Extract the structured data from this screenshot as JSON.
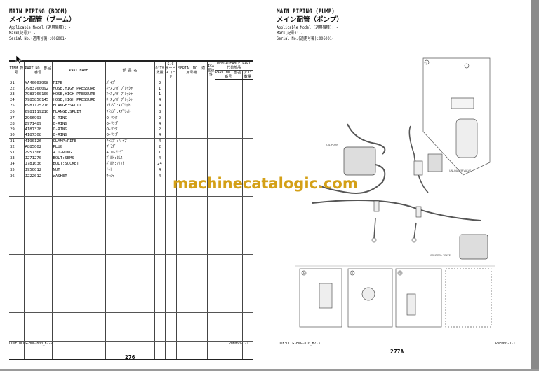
{
  "left_page": {
    "title": "MAIN PIPING (BOOM)",
    "subtitle": "メイン配管（ブーム）",
    "applicable_model": "Applicable Model (適用機種): -",
    "mark": "Mark(記号): -",
    "serial_no": "Serial No.(適用号機):006001-",
    "table": {
      "headers": {
        "item": "ITEM 符号",
        "part_no": "PART NO. 部品番号",
        "part_name": "PART NAME",
        "part_name_jp": "部 品 名",
        "qty": "Q'TY 数量",
        "sc": "S.C サービスコード",
        "serial_no": "SERIAL NO. 適用号機",
        "ica": "ICA 互換性",
        "replaceable_part": "REPLACEABLE PART 代替部品",
        "rep_part_no": "PART NO. 部品番号",
        "rep_qty": "Q'TY 数量"
      },
      "rows": [
        {
          "item": "21",
          "part_no": "YA40003998",
          "name": "PIPE",
          "name_jp": "ﾊﾟｲﾌﾟ",
          "qty": "2"
        },
        {
          "item": "22",
          "part_no": "7983760092",
          "name": "HOSE,HIGH PRESSURE",
          "name_jp": "ﾎｰｽ,ﾊｲ ﾌﾟﾚｯｼｬ",
          "qty": "1"
        },
        {
          "item": "23",
          "part_no": "7983760100",
          "name": "HOSE,HIGH PRESSURE",
          "name_jp": "ﾎｰｽ,ﾊｲ ﾌﾟﾚｯｼｬ",
          "qty": "1"
        },
        {
          "item": "24",
          "part_no": "7985850145",
          "name": "HOSE,HIGH PRESSURE",
          "name_jp": "ﾎｰｽ,ﾊｲ ﾌﾟﾚｯｼｬ",
          "qty": "4"
        },
        {
          "item": "25",
          "part_no": "6981125210",
          "name": "FLANGE:SPLIT",
          "name_jp": "ﾌﾗﾝｼﾞ:ｽﾌﾟﾘｯﾄ",
          "qty": "4"
        },
        {
          "item": "26",
          "part_no": "6981119210",
          "name": "FLANGE,SPLIT",
          "name_jp": "ﾌﾗﾝｼﾞ,ｽﾌﾟﾘｯﾄ",
          "qty": "8"
        },
        {
          "item": "27",
          "part_no": "Z966993",
          "name": "O-RING",
          "name_jp": "O-ﾘﾝｸﾞ",
          "qty": "2"
        },
        {
          "item": "28",
          "part_no": "Z971489",
          "name": "O-RING",
          "name_jp": "O-ﾘﾝｸﾞ",
          "qty": "4"
        },
        {
          "item": "29",
          "part_no": "4187328",
          "name": "O-RING",
          "name_jp": "O-ﾘﾝｸﾞ",
          "qty": "2"
        },
        {
          "item": "30",
          "part_no": "4187308",
          "name": "O-RING",
          "name_jp": "O-ﾘﾝｸﾞ",
          "qty": "4"
        },
        {
          "item": "31",
          "part_no": "4190126",
          "name": "CLAMP:PIPE",
          "name_jp": "ｸﾗﾝﾌﾟ:ﾊﾟｲﾌﾟ",
          "qty": "4"
        },
        {
          "item": "32",
          "part_no": "A885002",
          "name": "PLUG",
          "name_jp": "ﾌﾟﾗｸﾞ",
          "qty": "2"
        },
        {
          "item": "51",
          "part_no": "Z957366",
          "name": "+ O-RING",
          "name_jp": "+ O-ﾘﾝｸﾞ",
          "qty": "1"
        },
        {
          "item": "33",
          "part_no": "J271270",
          "name": "BOLT:SEMS",
          "name_jp": "ﾎﾞﾙﾄ:ｾﾑｽ",
          "qty": "4"
        },
        {
          "item": "34",
          "part_no": "J781030",
          "name": "BOLT:SOCKET",
          "name_jp": "ﾎﾞﾙﾄ:ｿｹｯﾄ",
          "qty": "24"
        },
        {
          "item": "35",
          "part_no": "J950012",
          "name": "NUT",
          "name_jp": "ﾅｯﾄ",
          "qty": "4"
        },
        {
          "item": "36",
          "part_no": "J222012",
          "name": "WASHER",
          "name_jp": "ﾜｯｼｬ",
          "qty": "4"
        }
      ]
    },
    "footer_code": "CODE:DCLG-HNG-800_B2-2",
    "footer_ref": "PNEM60-1-1",
    "page_number": "276"
  },
  "right_page": {
    "title": "MAIN PIPING (PUMP)",
    "subtitle": "メイン配管（ポンプ）",
    "applicable_model": "Applicable Model (適用機種): -",
    "mark": "Mark(記号): -",
    "serial_no": "Serial No.(適用号機):006001-",
    "diagram_labels": {
      "oil_pump": "OIL PUMP",
      "unloader_valve": "UNLOADER VALVE",
      "control_valve": "CONTROL VALVE",
      "detail_a": "A",
      "detail_b": "B",
      "detail_c": "C",
      "detail_d": "D"
    },
    "footer_code": "CODE:DCLG-HNG-810_B2-3",
    "footer_ref": "PNEM60-1-1",
    "page_number": "277A"
  },
  "watermark": "machinecatalogic.com",
  "colors": {
    "watermark": "#d4a017",
    "scrollbar": "#8a8a8a"
  }
}
